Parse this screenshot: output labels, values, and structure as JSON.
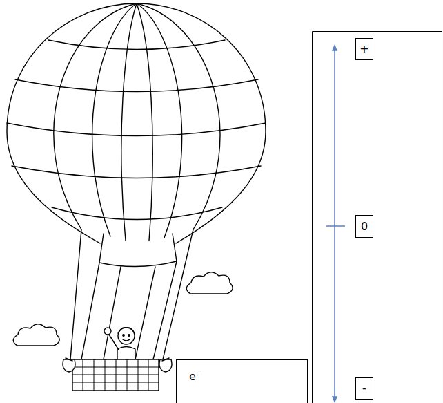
{
  "diagram": {
    "nodes": [
      {
        "text": [
          "+"
        ]
      },
      {
        "text": [
          "0"
        ]
      },
      {
        "text": [
          "e⁻"
        ]
      },
      {
        "text": [
          "-"
        ]
      }
    ]
  }
}
